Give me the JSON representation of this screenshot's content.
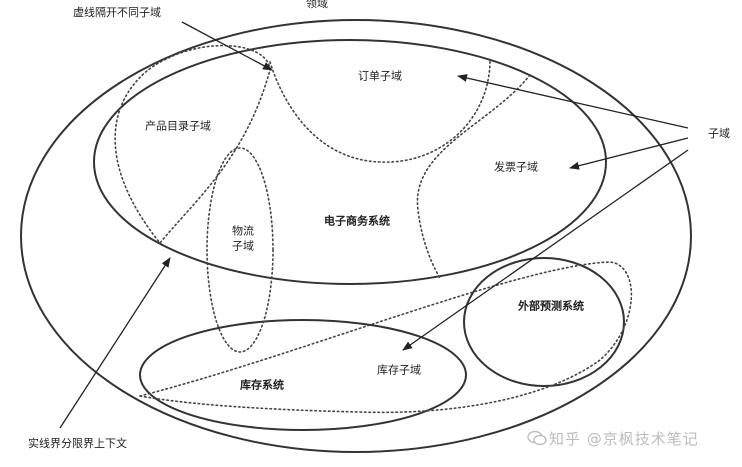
{
  "diagram": {
    "domain_label": "领域",
    "dashed_boundary_annotation": "虚线隔开不同子域",
    "solid_boundary_annotation": "实线界分限界上下文",
    "subdomain_annotation": "子域",
    "context_ecommerce": "电子商务系统",
    "context_inventory": "库存系统",
    "context_external_forecast": "外部预测系统",
    "subdomain_product_catalog": "产品目录子域",
    "subdomain_order": "订单子域",
    "subdomain_invoice": "发票子域",
    "subdomain_logistics_line1": "物流",
    "subdomain_logistics_line2": "子域",
    "subdomain_inventory": "库存子域"
  },
  "watermark": {
    "text": "知乎 @京枫技术笔记"
  }
}
